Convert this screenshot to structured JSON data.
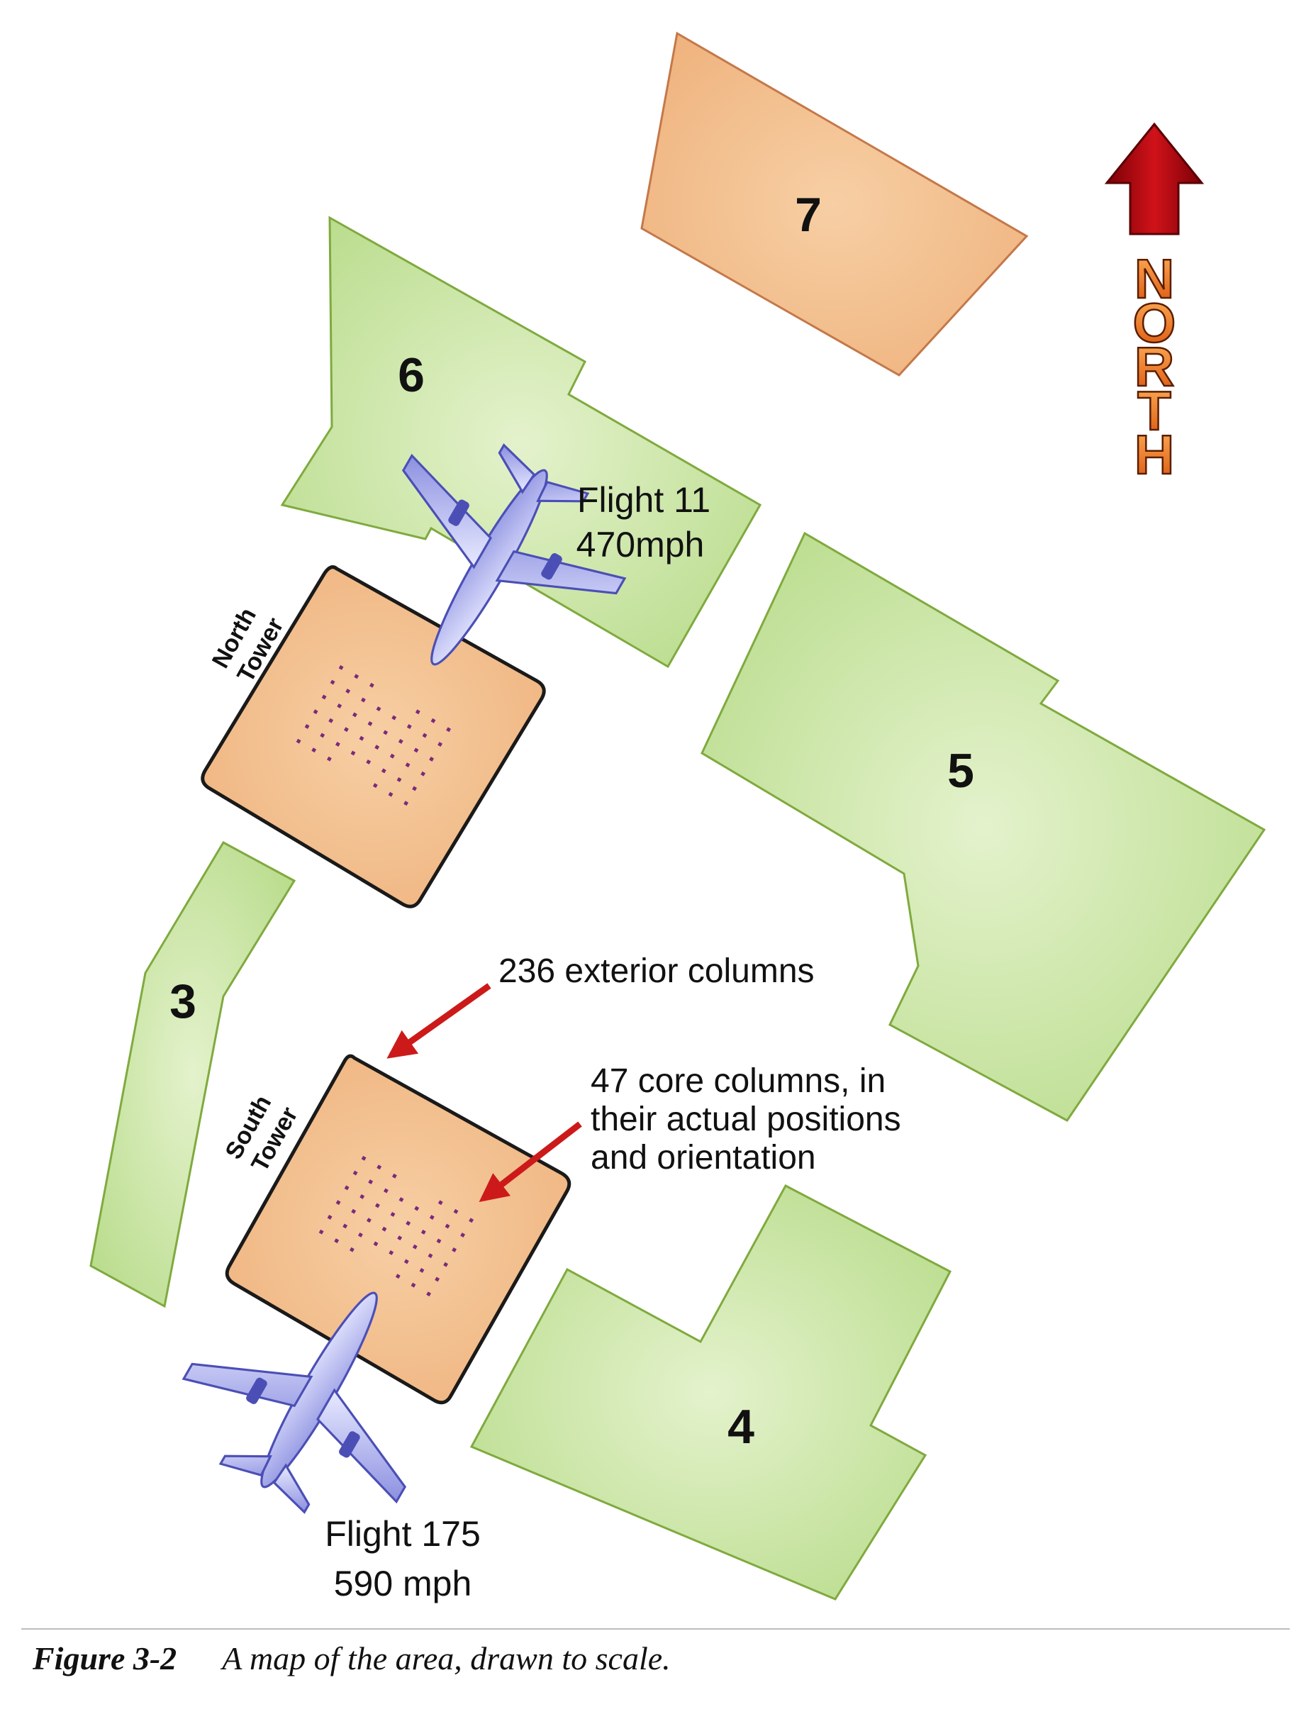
{
  "colors": {
    "green_fill": "#cfe8a8",
    "green_edge": "#7faa3e",
    "tower_fill": "#f3bf8c",
    "arrow_red": "#cc1a1a",
    "north_arrow": "#b0000a",
    "core_dot": "#7a2a7a"
  },
  "buildings": {
    "b3": "3",
    "b4": "4",
    "b5": "5",
    "b6": "6",
    "b7": "7"
  },
  "towers": {
    "north": {
      "line1": "North",
      "line2": "Tower"
    },
    "south": {
      "line1": "South",
      "line2": "Tower"
    }
  },
  "flights": {
    "f11": {
      "name": "Flight 11",
      "speed": "470mph"
    },
    "f175": {
      "name": "Flight 175",
      "speed": "590 mph"
    }
  },
  "annotations": {
    "exterior": "236 exterior columns",
    "core_line1": "47 core columns, in",
    "core_line2": "their actual positions",
    "core_line3": "and orientation"
  },
  "compass": {
    "letters": [
      "N",
      "O",
      "R",
      "T",
      "H"
    ],
    "icon": "north-arrow-icon"
  },
  "caption": {
    "figure": "Figure 3-2",
    "text": "A map of the area, drawn to scale."
  }
}
